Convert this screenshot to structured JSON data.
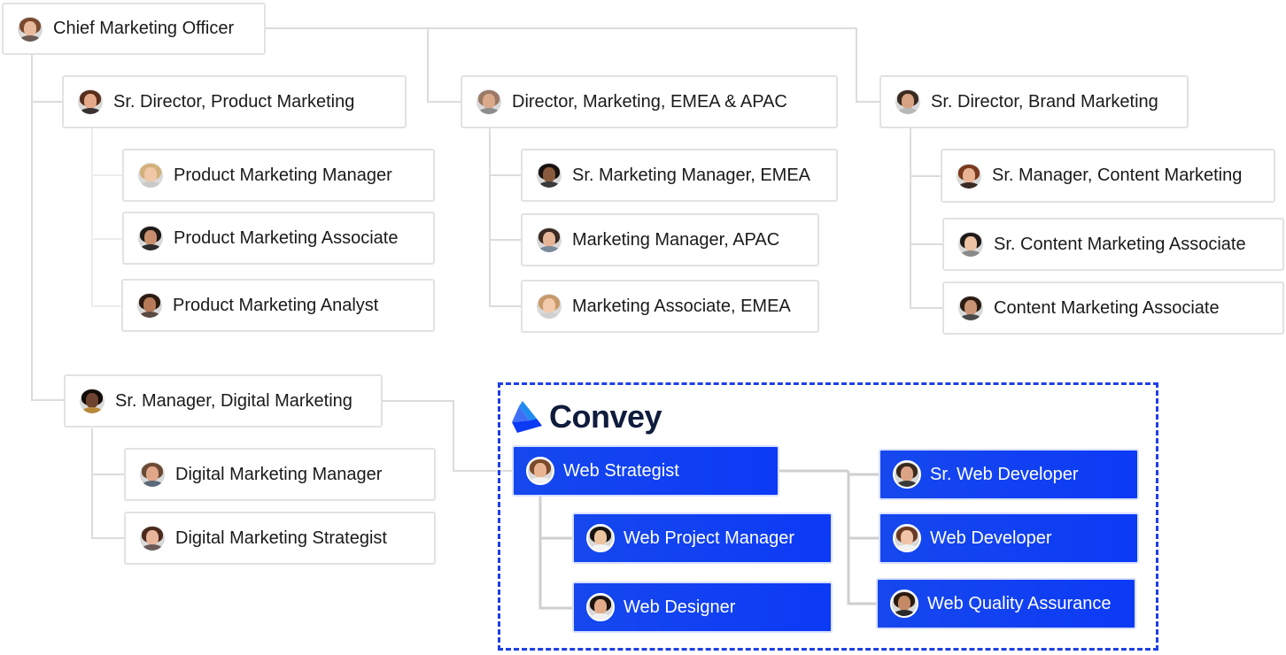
{
  "brand": {
    "name": "Convey",
    "accent": "#0c3af5",
    "logo_icon": "convey-logo-icon"
  },
  "nodes": {
    "cmo": "Chief Marketing Officer",
    "dir_product": "Sr. Director, Product Marketing",
    "dir_emea": "Director, Marketing, EMEA & APAC",
    "dir_brand": "Sr. Director, Brand Marketing",
    "pm_manager": "Product Marketing Manager",
    "pm_associate": "Product Marketing Associate",
    "pm_analyst": "Product Marketing Analyst",
    "mm_emea": "Sr. Marketing Manager, EMEA",
    "mm_apac": "Marketing Manager, APAC",
    "ma_emea": "Marketing Associate, EMEA",
    "content_mgr": "Sr. Manager, Content Marketing",
    "content_sr_assoc": "Sr. Content Marketing Associate",
    "content_assoc": "Content Marketing Associate",
    "digital_mgr_sr": "Sr. Manager, Digital Marketing",
    "digital_mgr": "Digital Marketing Manager",
    "digital_strat": "Digital Marketing Strategist",
    "web_strategist": "Web Strategist",
    "web_pm": "Web Project Manager",
    "web_designer": "Web Designer",
    "web_sr_dev": "Sr. Web Developer",
    "web_dev": "Web Developer",
    "web_qa": "Web Quality Assurance"
  }
}
